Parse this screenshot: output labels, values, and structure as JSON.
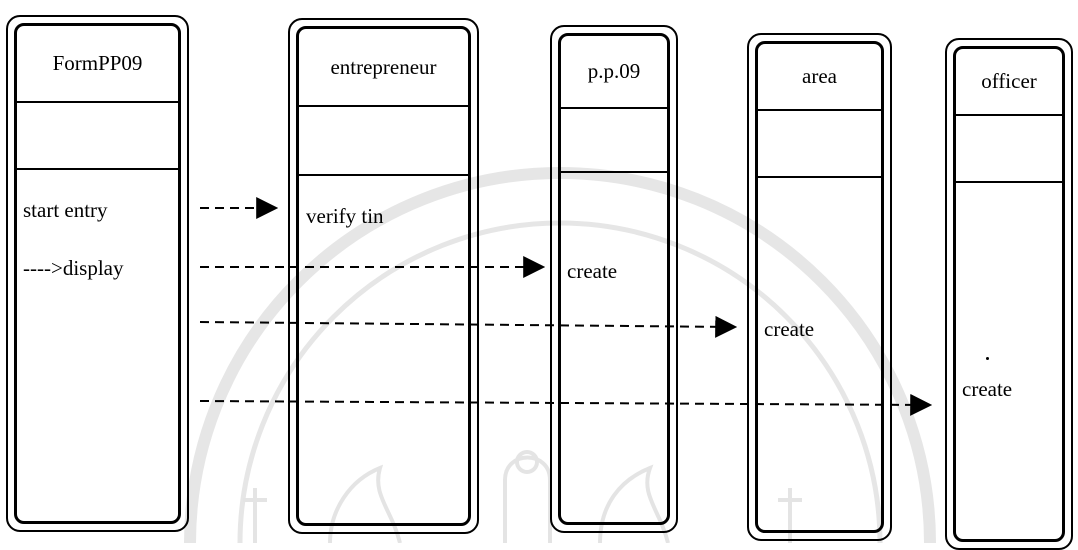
{
  "classes": {
    "formpp09": {
      "name": "FormPP09",
      "ops": [
        "start entry",
        "---->display"
      ]
    },
    "entrepreneur": {
      "name": "entrepreneur",
      "ops": [
        "verify tin"
      ]
    },
    "pp09": {
      "name": "p.p.09",
      "ops": [
        "create"
      ]
    },
    "area": {
      "name": "area",
      "ops": [
        "create"
      ]
    },
    "officer": {
      "name": "officer",
      "ops": [
        "create"
      ]
    }
  },
  "messages": [
    {
      "from": "FormPP09",
      "to": "entrepreneur",
      "type": "dashed-arrow"
    },
    {
      "from": "FormPP09",
      "to": "p.p.09",
      "type": "dashed-arrow"
    },
    {
      "from": "FormPP09",
      "to": "area",
      "type": "dashed-arrow"
    },
    {
      "from": "FormPP09",
      "to": "officer",
      "type": "dashed-arrow"
    }
  ],
  "colors": {
    "line": "#000000",
    "watermark": "#e6e6e6"
  }
}
